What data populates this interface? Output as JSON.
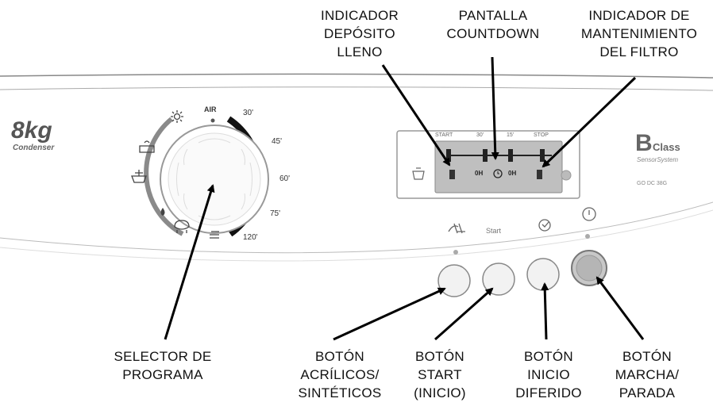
{
  "callouts": {
    "deposit": [
      "INDICADOR",
      "DEPÓSITO",
      "LLENO"
    ],
    "countdown": [
      "PANTALLA",
      "COUNTDOWN"
    ],
    "filter": [
      "INDICADOR DE",
      "MANTENIMIENTO",
      "DEL FILTRO"
    ],
    "selector": [
      "SELECTOR DE",
      "PROGRAMA"
    ],
    "acrylic": [
      "BOTÓN",
      "ACRÍLICOS/",
      "SINTÉTICOS"
    ],
    "start": [
      "BOTÓN",
      "START",
      "(INICIO)"
    ],
    "delay": [
      "BOTÓN",
      "INICIO",
      "DIFERIDO"
    ],
    "power": [
      "BOTÓN",
      "MARCHA/",
      "PARADA"
    ]
  },
  "panel": {
    "capacity": "8kg",
    "type": "Condenser",
    "brand_letter": "B",
    "brand_word": "Class",
    "brand_sub": "SensorSystem",
    "model": "GO DC 38G",
    "start_label": "Start"
  },
  "dial": {
    "air": "AIR",
    "times": [
      "30'",
      "45'",
      "60'",
      "75'",
      "120'"
    ]
  },
  "display": {
    "labels": [
      "START",
      "30'",
      "15'",
      "STOP"
    ],
    "bottom_left": "0H",
    "bottom_right": "0H"
  },
  "icons": [
    "sun-icon",
    "hanger-icon",
    "basket-icon",
    "drop-icon",
    "sheep-icon",
    "iron-icon",
    "acrylic-icon",
    "delay-icon",
    "power-icon",
    "tank-icon",
    "clock-icon"
  ]
}
